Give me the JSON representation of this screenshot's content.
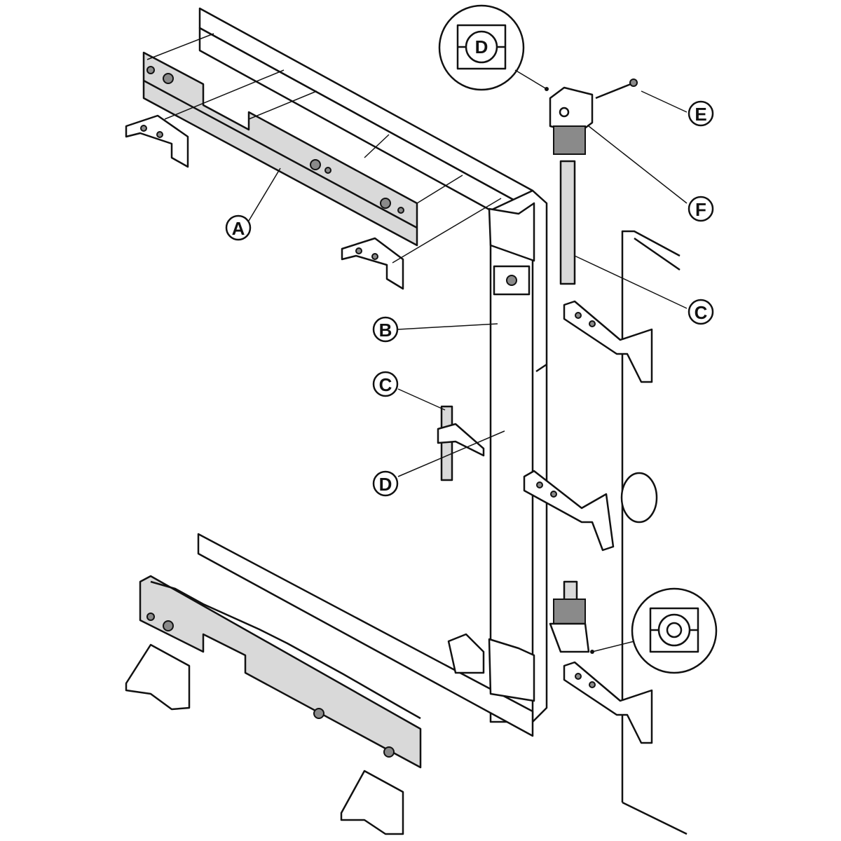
{
  "diagram": {
    "labels": {
      "a": "A",
      "b": "B",
      "c_left": "C",
      "d_left": "D",
      "c_right": "C",
      "e": "E",
      "f": "F",
      "detail_top": "D"
    }
  }
}
